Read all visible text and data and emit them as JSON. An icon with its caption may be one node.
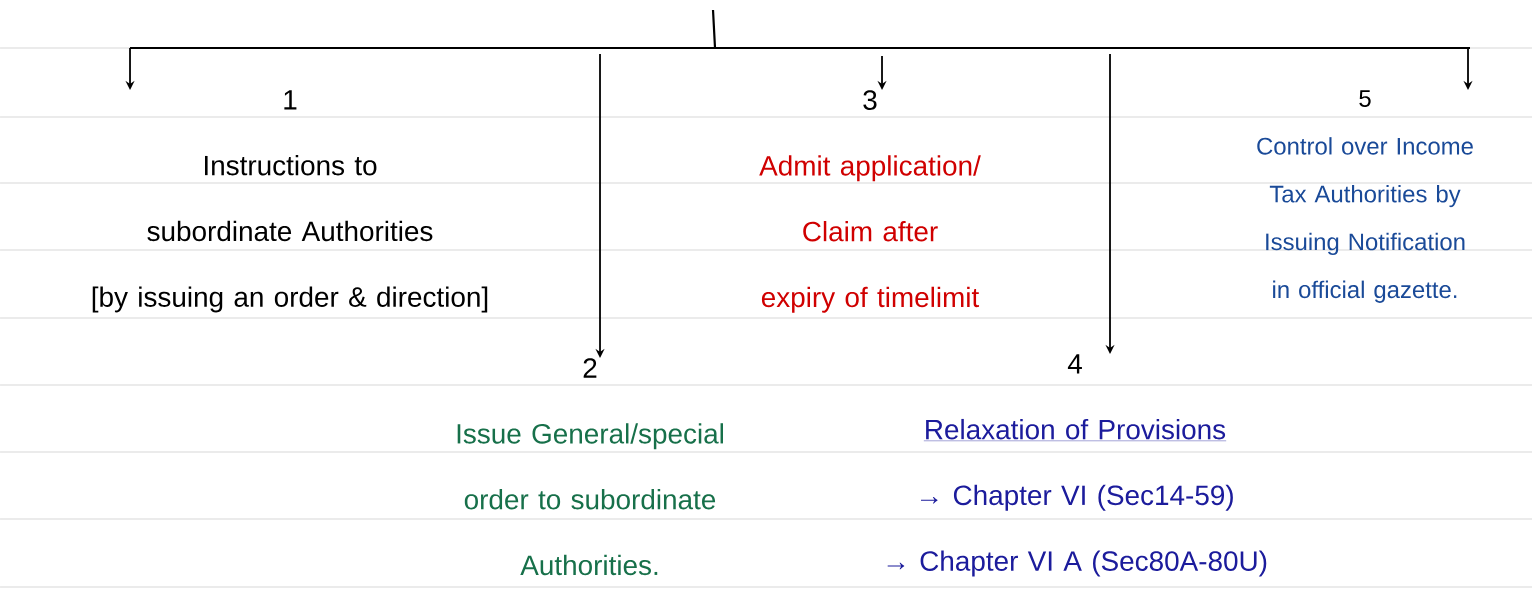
{
  "diagram": {
    "nodes": [
      {
        "text": [
          "1",
          "Instructions to subordinate Authorities",
          "[by issuing an order & direction]"
        ]
      },
      {
        "text": [
          "2",
          "Issue General/special order to subordinate Authorities."
        ]
      },
      {
        "text": [
          "3",
          "Admit application/ Claim after expiry of timelimit"
        ]
      },
      {
        "text": [
          "4",
          "Relaxation of Provisions",
          "→ Chapter VI (Sec14-59)",
          "→ Chapter VI A (Sec80A-80U)"
        ]
      },
      {
        "text": [
          "5",
          "Control over Income Tax Authorities by Issuing Notification in official gazette."
        ]
      }
    ],
    "edges": [
      {
        "from": null,
        "to": 0,
        "arrow": "to"
      },
      {
        "from": null,
        "to": 1,
        "arrow": "to"
      },
      {
        "from": null,
        "to": 2,
        "arrow": "to"
      },
      {
        "from": null,
        "to": 3,
        "arrow": "to"
      },
      {
        "from": null,
        "to": 4,
        "arrow": "to"
      }
    ]
  }
}
